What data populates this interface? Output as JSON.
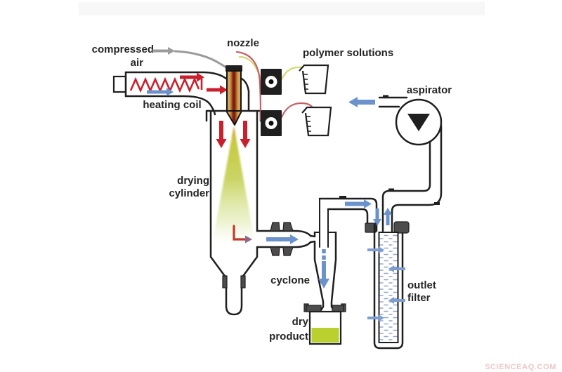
{
  "diagram": {
    "title_note": "spray dryer process diagram",
    "labels": {
      "compressed_air": [
        "compressed",
        "air"
      ],
      "heating_coil": "heating coil",
      "nozzle": "nozzle",
      "polymer_solutions": "polymer solutions",
      "aspirator": "aspirator",
      "drying_cylinder": [
        "drying",
        "cylinder"
      ],
      "cyclone": "cyclone",
      "dry_product": [
        "dry",
        "product"
      ],
      "outlet_filter": [
        "outlet",
        "filter"
      ]
    },
    "watermark": "SCIENCEAQ.COM",
    "colors": {
      "outline": "#1f1f1f",
      "hot_air": "#c8202c",
      "air_flow": "#6b92cb",
      "filter_arrow": "#7d9ccf",
      "compressed_air": "#9b9b9b",
      "polymer_green": "#b9d02f",
      "polymer_red": "#d8202e",
      "flange_gray": "#4d4d4d",
      "tube_yellow": "#d3d873",
      "tube_red": "#c4606a",
      "nozzle_tan": "#cfa55e",
      "nozzle_core": "#7c1f15",
      "spray_orange": "#dd8d33",
      "filter_dash": "#93a7cc",
      "watermark_pink": "#efc6c6"
    }
  }
}
